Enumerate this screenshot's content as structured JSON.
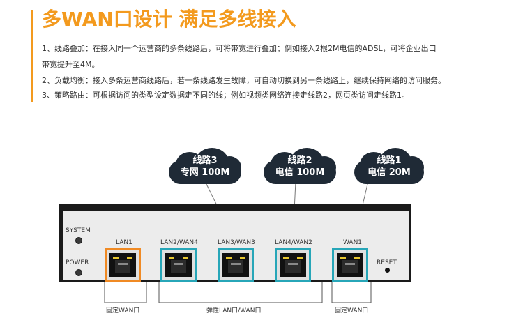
{
  "heading": {
    "title": "多WAN口设计 满足多线接入",
    "accent_color": "#f39a1e"
  },
  "points": [
    "1、线路叠加：在接入同一个运营商的多条线路后，可将带宽进行叠加；例如接入2根2M电信的ADSL，可将企业出口",
    "带宽提升至4M。",
    "2、负载均衡：接入多条运营商线路后，若一条线路发生故障，可自动切换到另一条线路上，继续保持网络的访问服务。",
    "3、策略路由：可根据访问的类型设定数据走不同的线；例如视频类网络连接走线路2，网页类访问走线路1。"
  ],
  "clouds": [
    {
      "name": "线路3",
      "desc": "专网 100M"
    },
    {
      "name": "线路2",
      "desc": "电信 100M"
    },
    {
      "name": "线路1",
      "desc": "电信 20M"
    }
  ],
  "device": {
    "system_label": "SYSTEM",
    "power_label": "POWER",
    "reset_label": "RESET",
    "ports": [
      "LAN1",
      "LAN2/WAN4",
      "LAN3/WAN3",
      "LAN4/WAN2",
      "WAN1"
    ],
    "lan_color": "#f08a24",
    "wan_color": "#27a6b8"
  },
  "bottom_labels": [
    "固定WAN口",
    "弹性LAN口/WAN口",
    "固定WAN口"
  ]
}
